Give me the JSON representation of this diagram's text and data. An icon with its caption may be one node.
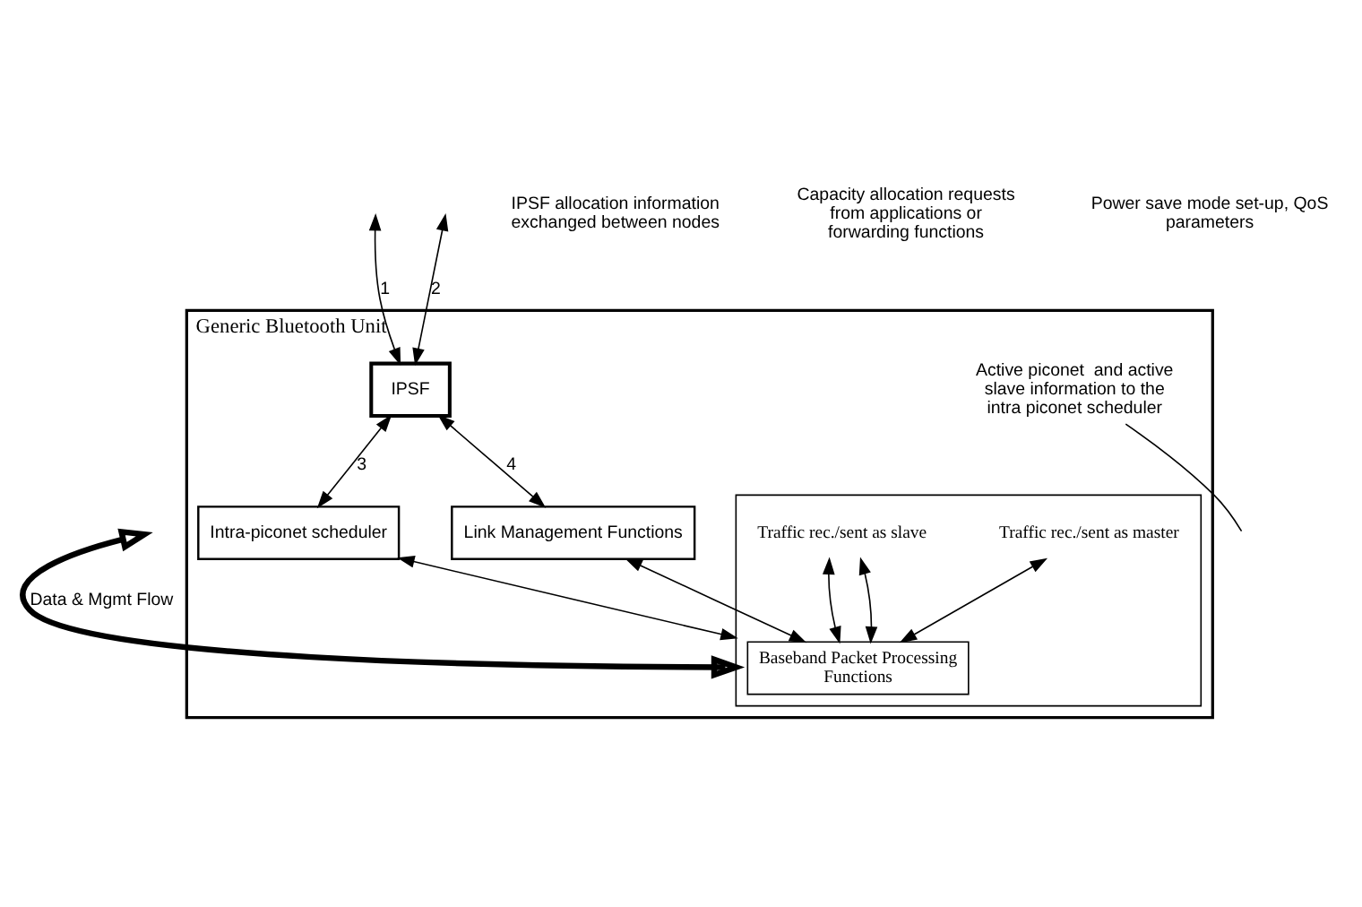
{
  "diagram": {
    "nodes": [
      {
        "text": [
          "Generic Bluetooth Unit"
        ]
      },
      {
        "text": [
          "IPSF"
        ],
        "in": 0
      },
      {
        "text": [],
        "shape": "box",
        "in": 0
      },
      {
        "text": [
          "Traffic rec./sent as master"
        ],
        "in": 2
      },
      {
        "text": [
          "Traffic rec./sent as slave"
        ],
        "in": 2
      },
      {
        "text": [
          "Baseband Packet Processing Functions"
        ],
        "in": 2
      },
      {
        "text": [
          "Intra-piconet scheduler"
        ],
        "in": 0
      },
      {
        "text": [
          "Link Management Functions"
        ],
        "in": 0
      },
      {
        "text": [
          "Active piconet  and active slave information to the intra piconet scheduler"
        ],
        "in": 0
      }
    ],
    "edges": [
      {
        "from": null,
        "to": 2,
        "arrow": "both",
        "label": "Data & Mgmt Flow",
        "style": "thick"
      },
      {
        "from": null,
        "to": 1,
        "arrow": "both",
        "label": "1"
      },
      {
        "from": null,
        "to": 1,
        "arrow": "both",
        "label": "2"
      },
      {
        "from": 1,
        "to": 6,
        "arrow": "both",
        "label": "3"
      },
      {
        "from": 1,
        "to": 7,
        "arrow": "both",
        "label": "4"
      },
      {
        "from": 3,
        "to": 5,
        "arrow": "both"
      },
      {
        "from": 4,
        "to": 5,
        "arrow": "both"
      },
      {
        "from": 4,
        "to": 5,
        "arrow": "both"
      },
      {
        "from": 6,
        "to": 2,
        "arrow": "both"
      },
      {
        "from": 7,
        "to": 5,
        "arrow": "both"
      },
      {
        "from": 8,
        "to": null,
        "arrow": "none"
      }
    ],
    "labels": [
      "IPSF allocation information exchanged between nodes",
      "Capacity allocation requests from applications or forwarding functions",
      "Power save mode set-up, QoS parameters"
    ]
  }
}
